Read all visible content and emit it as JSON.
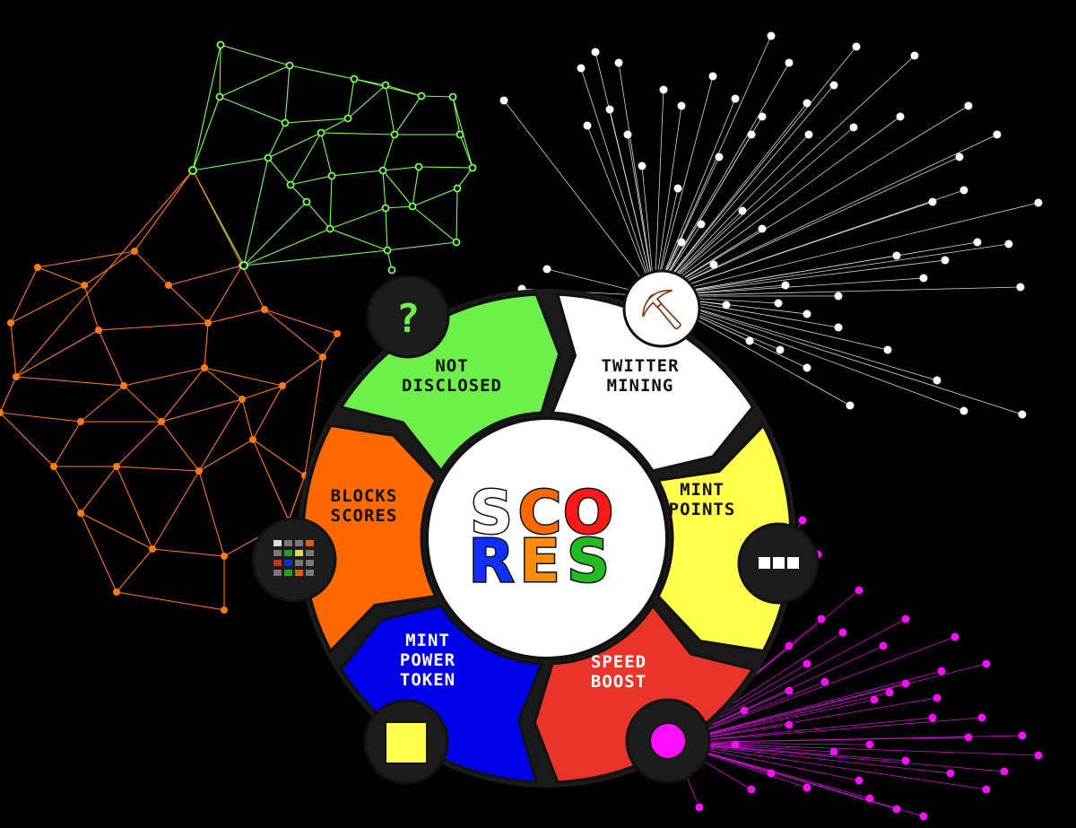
{
  "center": {
    "logo_line1": [
      "S",
      "C",
      "O"
    ],
    "logo_line2": [
      "R",
      "E",
      "S"
    ],
    "logo_colors": [
      "#ffffff",
      "#ff6a00",
      "#ff1a1a",
      "#1030ff",
      "#ff8a10",
      "#22bb22"
    ]
  },
  "segments": [
    {
      "key": "not-disclosed",
      "lines": [
        "NOT",
        "DISCLOSED"
      ],
      "color": "#6ef04a",
      "text_color": "#111111",
      "icon": "question-icon"
    },
    {
      "key": "twitter-mining",
      "lines": [
        "TWITTER",
        "MINING"
      ],
      "color": "#ffffff",
      "text_color": "#111111",
      "icon": "pickaxe-icon"
    },
    {
      "key": "mint-points",
      "lines": [
        "MINT",
        "POINTS"
      ],
      "color": "#ffff4d",
      "text_color": "#111111",
      "icon": "ellipsis-icon"
    },
    {
      "key": "speed-boost",
      "lines": [
        "SPEED",
        "BOOST"
      ],
      "color": "#e8342a",
      "text_color": "#ffffff",
      "icon": "circle-icon"
    },
    {
      "key": "mint-power-token",
      "lines": [
        "MINT",
        "POWER",
        "TOKEN"
      ],
      "color": "#0000e6",
      "text_color": "#ffffff",
      "icon": "square-icon"
    },
    {
      "key": "blocks-scores",
      "lines": [
        "BLOCKS",
        "SCORES"
      ],
      "color": "#ff6a00",
      "text_color": "#111111",
      "icon": "scoreboard-icon"
    }
  ],
  "network_colors": {
    "green": "#7dff5a",
    "orange": "#ff7a1a",
    "white": "#ffffff",
    "magenta": "#ff10ff"
  },
  "icons": {
    "question_glyph": "?",
    "pickaxe_glyph": "⛏"
  }
}
